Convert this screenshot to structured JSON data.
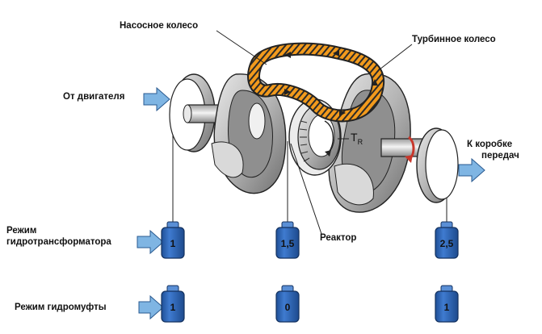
{
  "labels": {
    "pump_wheel": "Насосное колесо",
    "turbine_wheel": "Турбинное колесо",
    "from_engine": "От двигателя",
    "to_gearbox_line1": "К коробке",
    "to_gearbox_line2": "передач",
    "reactor": "Реактор",
    "torque_symbol": "T",
    "torque_subscript": "R",
    "converter_mode_line1": "Режим",
    "converter_mode_line2": "гидротрансформатора",
    "coupling_mode": "Режим гидромуфты"
  },
  "weights": {
    "converter_mode": [
      "1",
      "1,5",
      "2,5"
    ],
    "coupling_mode": [
      "1",
      "0",
      "1"
    ]
  },
  "colors": {
    "weight_fill": "#2f66b8",
    "weight_top": "#5a8fd6",
    "arrow_fill": "#7fb5e3",
    "flow_fill": "#f29a1c",
    "wheel_gray": "#a9a9a9",
    "rotation_red": "#c8372b"
  },
  "icons": [
    "input-arrow-icon",
    "output-arrow-icon",
    "rotation-arrow-icon",
    "mode-arrow-icon",
    "weight-icon"
  ]
}
